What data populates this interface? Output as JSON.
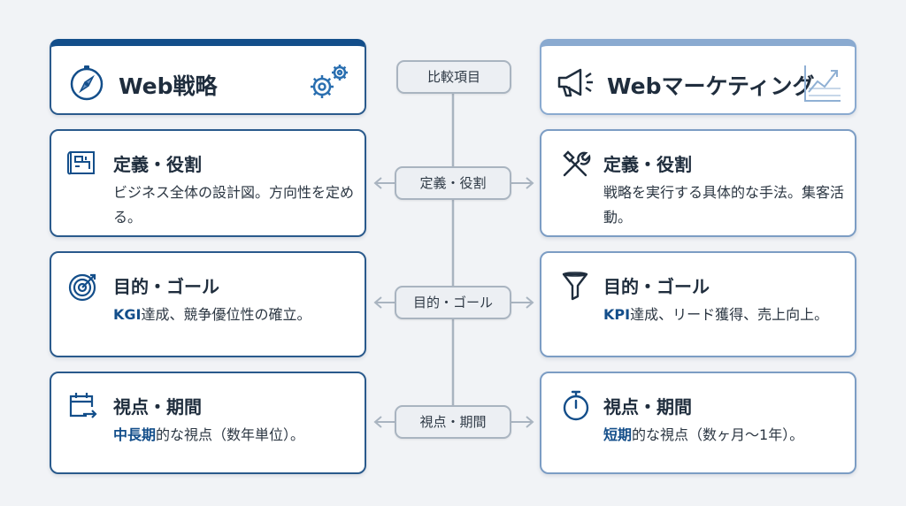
{
  "left": {
    "title": "Web戦略",
    "sections": [
      {
        "title": "定義・役割",
        "body": "ビジネス全体の設計図。方向性を定める。",
        "highlight": ""
      },
      {
        "title": "目的・ゴール",
        "highlight": "KGI",
        "body": "達成、競争優位性の確立。"
      },
      {
        "title": "視点・期間",
        "highlight": "中長期",
        "body": "的な視点（数年単位）。"
      }
    ]
  },
  "right": {
    "title": "Webマーケティング",
    "sections": [
      {
        "title": "定義・役割",
        "body": "戦略を実行する具体的な手法。集客活動。",
        "highlight": ""
      },
      {
        "title": "目的・ゴール",
        "highlight": "KPI",
        "body": "達成、リード獲得、売上向上。"
      },
      {
        "title": "視点・期間",
        "highlight": "短期",
        "body": "的な視点（数ヶ月〜1年）。"
      }
    ]
  },
  "center": {
    "heading": "比較項目",
    "items": [
      "定義・役割",
      "目的・ゴール",
      "視点・期間"
    ]
  },
  "colors": {
    "primary": "#134e8a",
    "secondary": "#6b94c6",
    "connector": "#a9b4c0"
  },
  "icons": {
    "left_header": "compass-icon",
    "left_header_deco": "gears-icon",
    "right_header": "megaphone-icon",
    "right_header_deco": "trend-chart-icon",
    "left_sections": [
      "blueprint-icon",
      "target-icon",
      "calendar-arrow-icon"
    ],
    "right_sections": [
      "tools-icon",
      "funnel-icon",
      "stopwatch-icon"
    ]
  }
}
